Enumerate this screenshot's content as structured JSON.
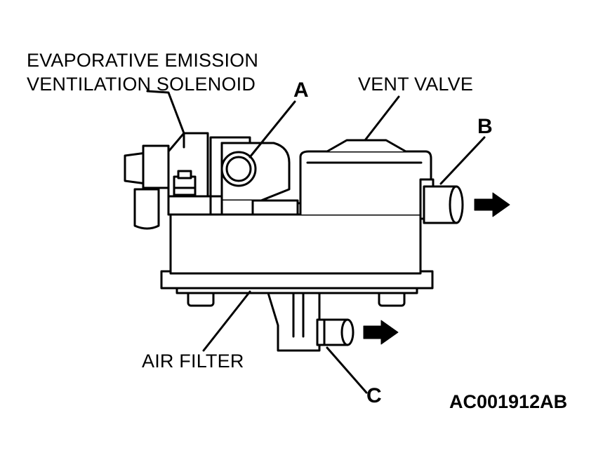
{
  "labels": {
    "solenoid_line1": "EVAPORATIVE EMISSION",
    "solenoid_line2": "VENTILATION SOLENOID",
    "point_a": "A",
    "vent_valve": "VENT VALVE",
    "point_b": "B",
    "air_filter": "AIR FILTER",
    "point_c": "C",
    "figure_code": "AC001912AB"
  }
}
